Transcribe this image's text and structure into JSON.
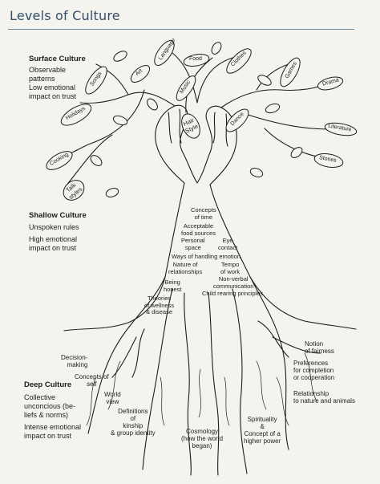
{
  "header": {
    "title": "Levels of Culture"
  },
  "sections": {
    "surface": {
      "heading": "Surface Culture",
      "lines": [
        "Observable",
        "patterns",
        "Low emotional",
        "impact on trust"
      ]
    },
    "shallow": {
      "heading": "Shallow Culture",
      "lines": [
        "Unspoken rules",
        "High emotional",
        "impact on trust"
      ]
    },
    "deep": {
      "heading": "Deep Culture",
      "lines": [
        "Collective",
        "unconcious (be-",
        "liefs & norms)",
        "Intense emotional",
        "impact on trust"
      ]
    }
  },
  "leaves": {
    "language": "Language",
    "food": "Food",
    "clothes": "Clothes",
    "games": "Games",
    "songs": "Songs",
    "art": "Art",
    "music": "Music",
    "drama": "Drama",
    "holidays": "Holidays",
    "hair_style": [
      "Hair",
      "Style"
    ],
    "dance": "Dance",
    "literature": "Literature",
    "cooking": "Cooking",
    "stories": "Stories",
    "talk_styles": [
      "Talk",
      "styles"
    ]
  },
  "trunk": {
    "concepts_of_time": [
      "Concepts",
      "of time"
    ],
    "acceptable_food": [
      "Acceptable",
      "food sources"
    ],
    "personal_space": [
      "Personal",
      "space"
    ],
    "eye_contact": [
      "Eye",
      "contact"
    ],
    "handling_emotion": "Ways of handling emotion",
    "relationships": [
      "Nature of",
      "relationships"
    ],
    "tempo_of_work": [
      "Tempo",
      "of work"
    ],
    "nonverbal": [
      "Non-verbal",
      "communication"
    ],
    "being_honest": [
      "Being",
      "honest"
    ],
    "child_rearing": "Child rearing principles",
    "theories_wellness": [
      "Theories",
      "of wellness",
      "& disease"
    ]
  },
  "roots": {
    "decision_making": [
      "Decision-",
      "making"
    ],
    "concepts_of_self": [
      "Concepts of",
      "self"
    ],
    "world_view": [
      "World",
      "view"
    ],
    "definitions_kinship": [
      "Definitions",
      "of",
      "kinship",
      "& group identity"
    ],
    "cosmology": [
      "Cosmology",
      "(how the world",
      "began)"
    ],
    "spirituality": [
      "Spirituality",
      "&",
      "Concept of a",
      "higher power"
    ],
    "notion_fairness": [
      "Notion",
      "of fairness"
    ],
    "preferences": [
      "Preferences",
      "for completion",
      "or cooperation"
    ],
    "relationship_nature": [
      "Relationship",
      "to nature and animals"
    ]
  }
}
